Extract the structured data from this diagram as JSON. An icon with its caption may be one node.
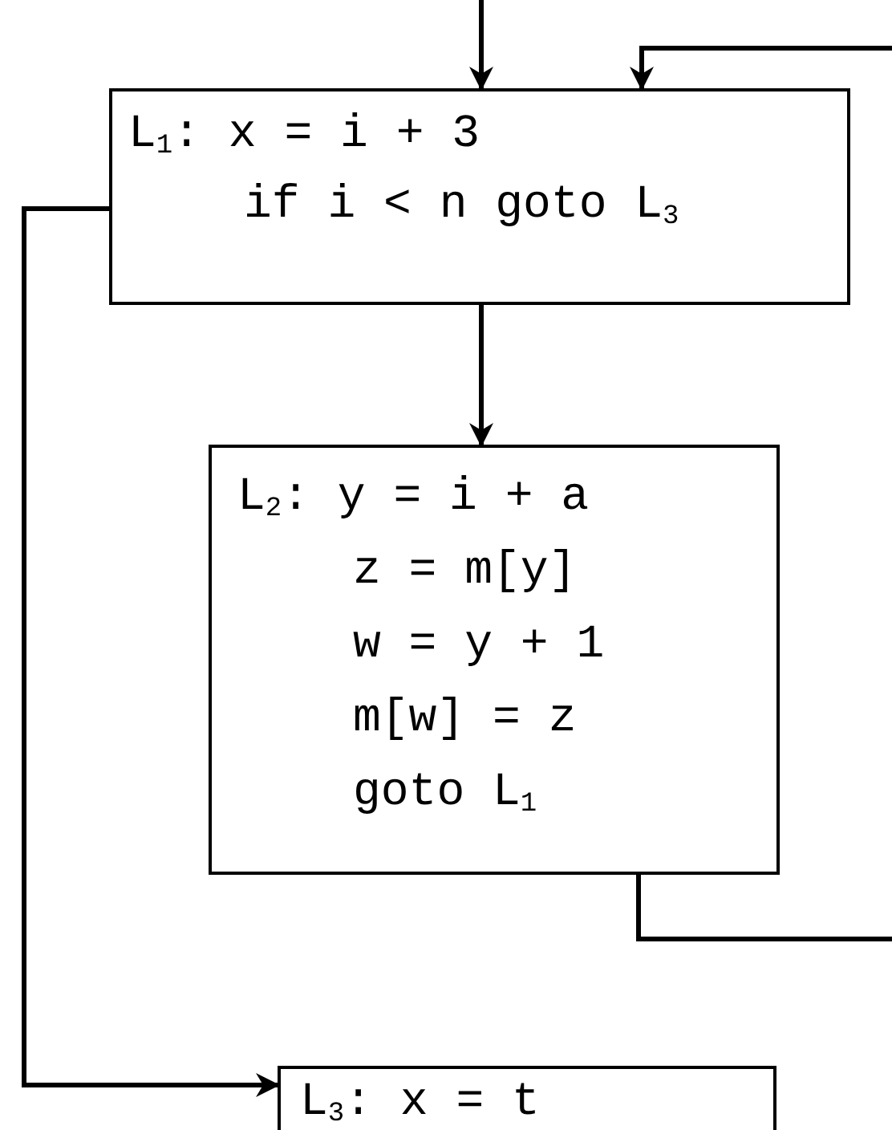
{
  "diagram": {
    "nodes": [
      {
        "text": [
          "L$_{1}$: x = i + 3",
          "if i < n goto L$_{3}$"
        ]
      },
      {
        "text": [
          "L$_{2}$: y = i + a",
          "z = m[y]",
          "w = y + 1",
          "m[w] = z",
          "goto L$_{1}$"
        ]
      },
      {
        "text": [
          "L$_{3}$: x = t"
        ]
      }
    ],
    "edges": [
      {
        "from": null,
        "to": 0,
        "arrow": "to"
      },
      {
        "from": 1,
        "to": 0,
        "arrow": "to"
      },
      {
        "from": 0,
        "to": 1,
        "arrow": "to"
      },
      {
        "from": 0,
        "to": 2,
        "arrow": "to"
      }
    ]
  }
}
